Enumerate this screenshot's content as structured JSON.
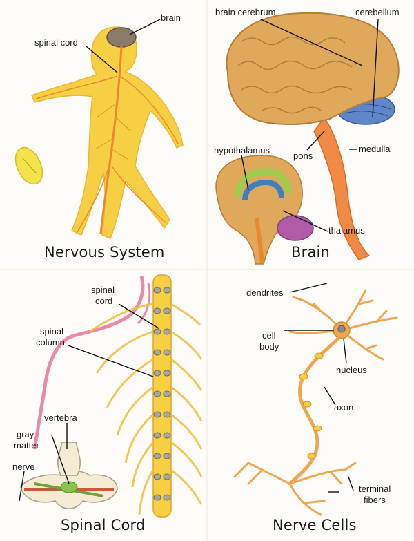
{
  "panels": {
    "nervous_system": {
      "title": "Nervous System",
      "labels": {
        "brain": "brain",
        "spinal_cord": "spinal cord"
      }
    },
    "brain": {
      "title": "Brain",
      "labels": {
        "brain_cerebrum": "brain cerebrum",
        "cerebellum": "cerebellum",
        "pons": "pons",
        "medulla": "medulla",
        "hypothalamus": "hypothalamus",
        "thalamus": "thalamus"
      }
    },
    "spinal_cord": {
      "title": "Spinal Cord",
      "labels": {
        "spinal_cord_line1": "spinal",
        "spinal_cord_line2": "cord",
        "spinal_column_line1": "spinal",
        "spinal_column_line2": "column",
        "vertebra": "vertebra",
        "gray_matter_line1": "gray",
        "gray_matter_line2": "matter",
        "nerve": "nerve"
      }
    },
    "nerve_cells": {
      "title": "Nerve Cells",
      "labels": {
        "dendrites": "dendrites",
        "cell_body_line1": "cell",
        "cell_body_line2": "body",
        "nucleus": "nucleus",
        "axon": "axon",
        "terminal_fibers_line1": "terminal",
        "terminal_fibers_line2": "fibers"
      }
    }
  },
  "colors": {
    "body_yellow": "#f6cf43",
    "nerve_orange": "#e88a2c",
    "brain_tan": "#e0a85a",
    "cerebellum_blue": "#5f86c9",
    "brainstem_orange": "#f08a45",
    "hypothalamus_green": "#9fcc4a",
    "thalamus_blue": "#3d7fc0",
    "pituitary_purple": "#b05aa8",
    "pink_outline": "#e98aa8"
  }
}
